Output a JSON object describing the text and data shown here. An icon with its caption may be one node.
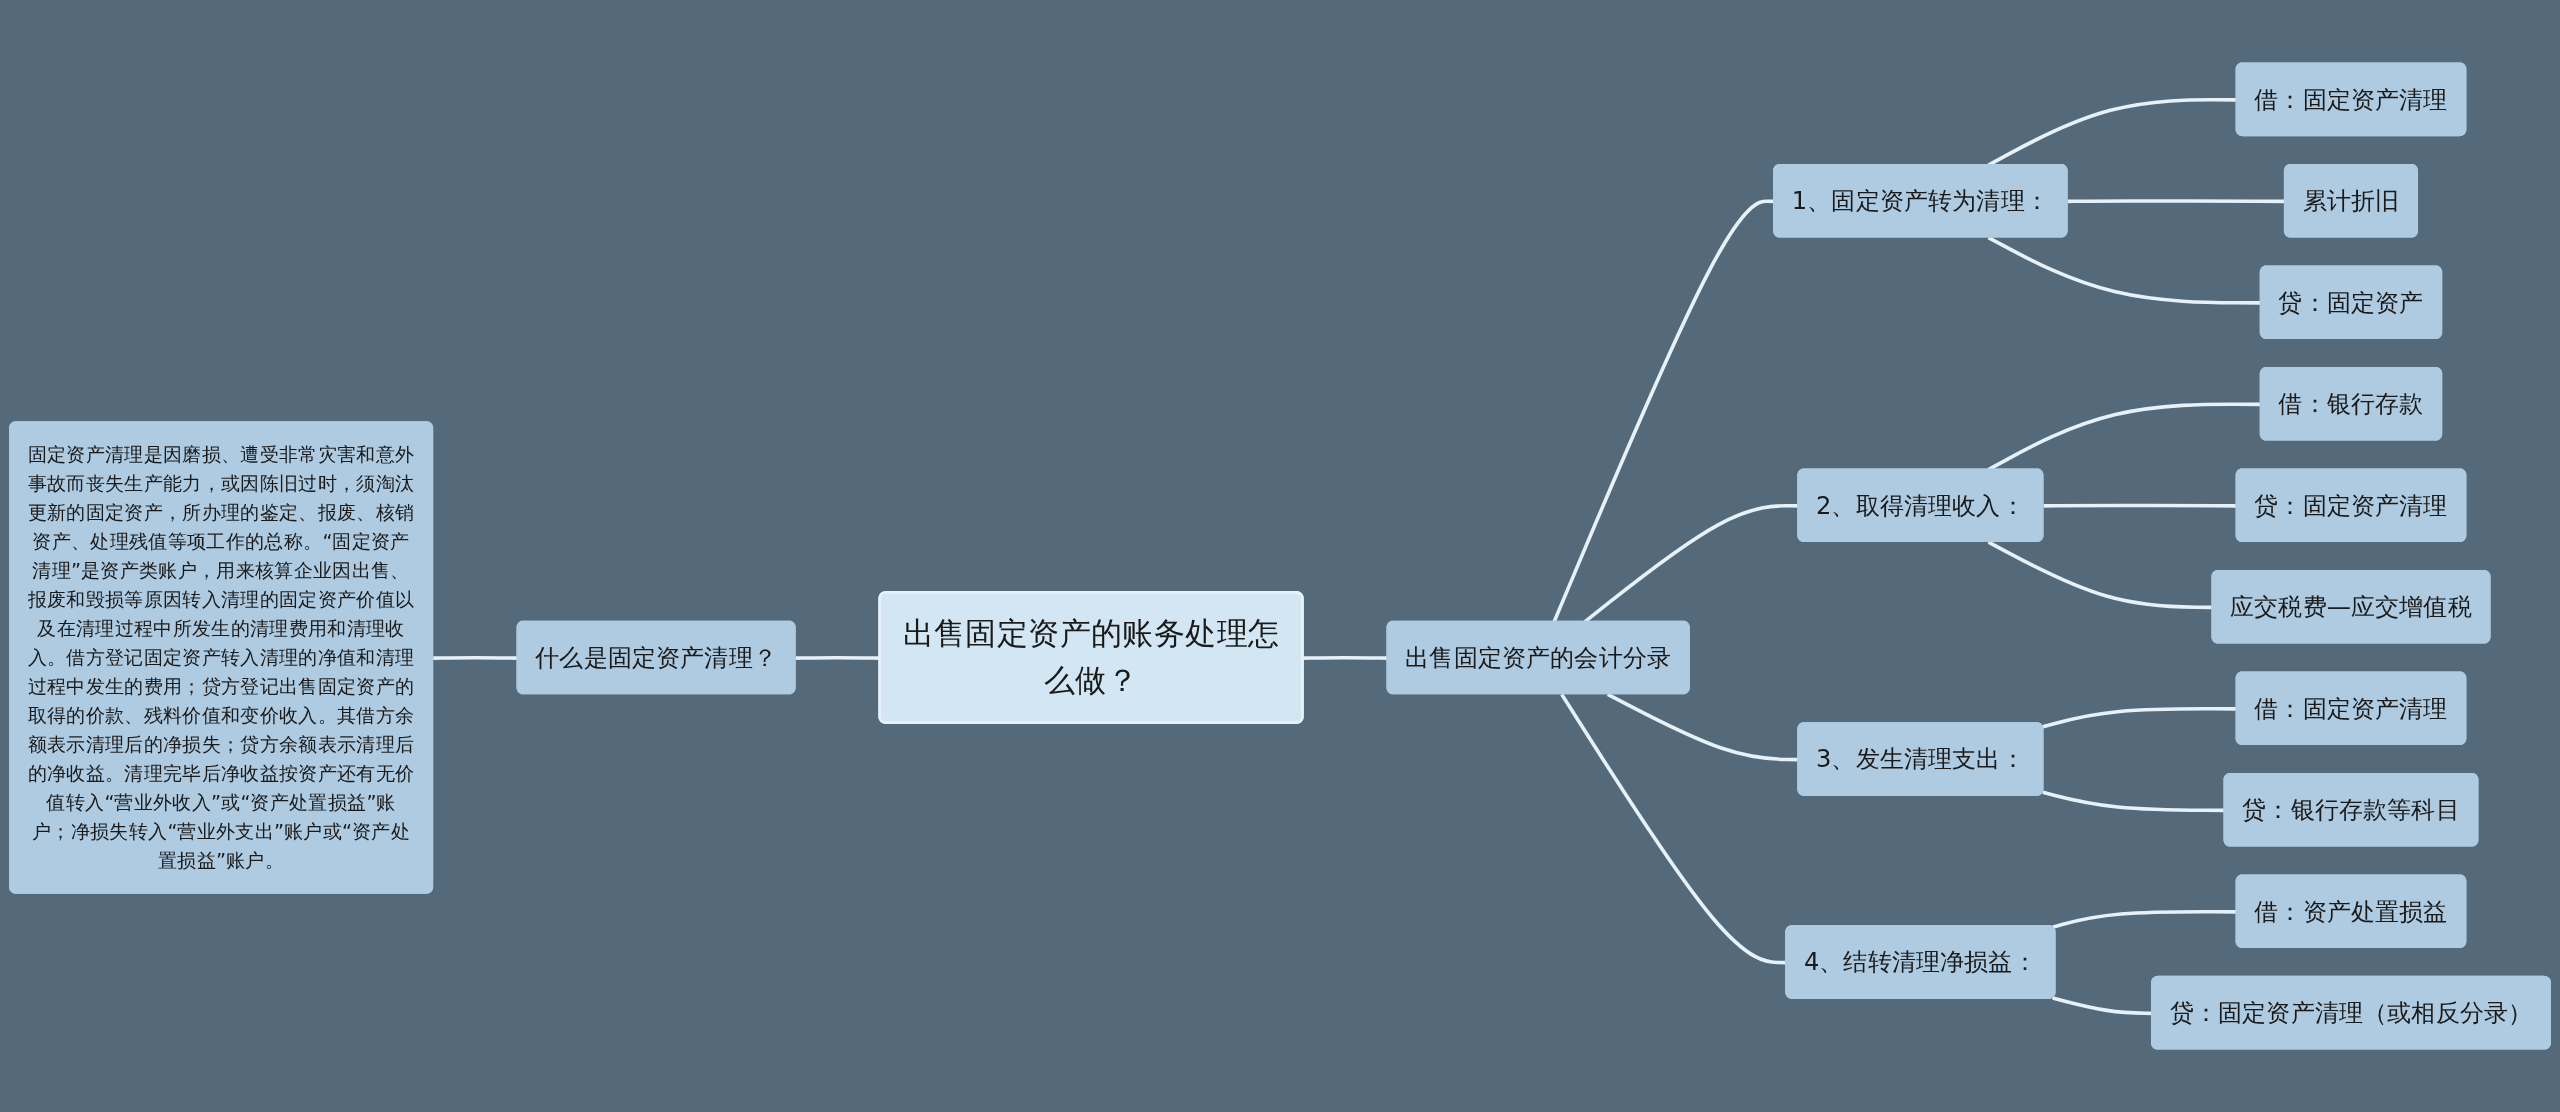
{
  "diagram": {
    "nodes": [
      {
        "text": [
          "出售固定资产的账务处理怎么做？"
        ]
      },
      {
        "text": [
          "什么是固定资产清理？"
        ]
      },
      {
        "text": [
          "固定资产清理是因磨损、遭受非常灾害和意外事故而丧失生产能力，或因陈旧过时，须淘汰更新的固定资产，所办理的鉴定、报废、核销资产、处理残值等项工作的总称。“固定资产清理”是资产类账户，用来核算企业因出售、报废和毁损等原因转入清理的固定资产价值以及在清理过程中所发生的清理费用和清理收入。借方登记固定资产转入清理的净值和清理过程中发生的费用；贷方登记出售固定资产的取得的价款、残料价值和变价收入。其借方余额表示清理后的净损失；贷方余额表示清理后的净收益。清理完毕后净收益按资产还有无价值转入“营业外收入”或“资产处置损益”账户；净损失转入“营业外支出”账户或“资产处置损益”账户。"
        ]
      },
      {
        "text": [
          "出售固定资产的会计分录"
        ]
      },
      {
        "text": [
          "1、固定资产转为清理："
        ]
      },
      {
        "text": [
          "借：固定资产清理"
        ]
      },
      {
        "text": [
          "累计折旧"
        ]
      },
      {
        "text": [
          "贷：固定资产"
        ]
      },
      {
        "text": [
          "2、取得清理收入："
        ]
      },
      {
        "text": [
          "借：银行存款"
        ]
      },
      {
        "text": [
          "贷：固定资产清理"
        ]
      },
      {
        "text": [
          "应交税费—应交增值税"
        ]
      },
      {
        "text": [
          "3、发生清理支出："
        ]
      },
      {
        "text": [
          "借：固定资产清理"
        ]
      },
      {
        "text": [
          "贷：银行存款等科目"
        ]
      },
      {
        "text": [
          "4、结转清理净损益："
        ]
      },
      {
        "text": [
          "借：资产处置损益"
        ]
      },
      {
        "text": [
          "贷：固定资产清理（或相反分录）"
        ]
      }
    ],
    "edges": [
      {
        "from": 0,
        "to": 1,
        "arrow": "none"
      },
      {
        "from": 1,
        "to": 2,
        "arrow": "none"
      },
      {
        "from": 0,
        "to": 3,
        "arrow": "none"
      },
      {
        "from": 3,
        "to": 4,
        "arrow": "none"
      },
      {
        "from": 4,
        "to": 5,
        "arrow": "none"
      },
      {
        "from": 4,
        "to": 6,
        "arrow": "none"
      },
      {
        "from": 4,
        "to": 7,
        "arrow": "none"
      },
      {
        "from": 3,
        "to": 8,
        "arrow": "none"
      },
      {
        "from": 8,
        "to": 9,
        "arrow": "none"
      },
      {
        "from": 8,
        "to": 10,
        "arrow": "none"
      },
      {
        "from": 8,
        "to": 11,
        "arrow": "none"
      },
      {
        "from": 3,
        "to": 12,
        "arrow": "none"
      },
      {
        "from": 12,
        "to": 13,
        "arrow": "none"
      },
      {
        "from": 12,
        "to": 14,
        "arrow": "none"
      },
      {
        "from": 3,
        "to": 15,
        "arrow": "none"
      },
      {
        "from": 15,
        "to": 16,
        "arrow": "none"
      },
      {
        "from": 15,
        "to": 17,
        "arrow": "none"
      }
    ]
  }
}
